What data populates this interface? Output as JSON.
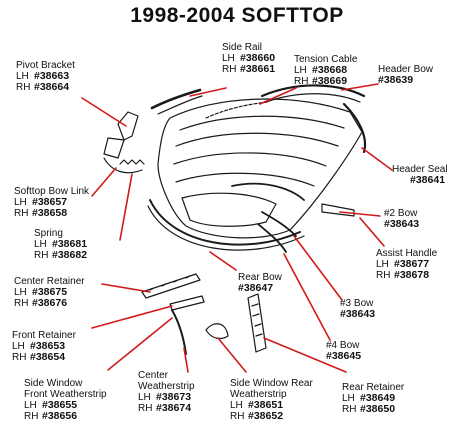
{
  "title": "1998-2004 SOFTTOP",
  "colors": {
    "leader": "#d11a1a",
    "ink": "#1a1a1a"
  },
  "parts": {
    "pivot_bracket": {
      "name": "Pivot Bracket",
      "lh_label": "LH",
      "lh": "#38663",
      "rh_label": "RH",
      "rh": "#38664"
    },
    "side_rail": {
      "name": "Side Rail",
      "lh_label": "LH",
      "lh": "#38660",
      "rh_label": "RH",
      "rh": "#38661"
    },
    "tension_cable": {
      "name": "Tension Cable",
      "lh_label": "LH",
      "lh": "#38668",
      "rh_label": "RH",
      "rh": "#38669"
    },
    "header_bow": {
      "name": "Header Bow",
      "num": "#38639"
    },
    "header_seal": {
      "name": "Header Seal",
      "num": "#38641"
    },
    "bow2": {
      "name": "#2 Bow",
      "num": "#38643"
    },
    "assist_handle": {
      "name": "Assist Handle",
      "lh_label": "LH",
      "lh": "#38677",
      "rh_label": "RH",
      "rh": "#38678"
    },
    "softtop_bow_link": {
      "name": "Softtop Bow Link",
      "lh_label": "LH",
      "lh": "#38657",
      "rh_label": "RH",
      "rh": "#38658"
    },
    "spring": {
      "name": "Spring",
      "lh_label": "LH",
      "lh": "#38681",
      "rh_label": "RH",
      "rh": "#38682"
    },
    "rear_bow": {
      "name": "Rear Bow",
      "num": "#38647"
    },
    "center_retainer": {
      "name": "Center Retainer",
      "lh_label": "LH",
      "lh": "#38675",
      "rh_label": "RH",
      "rh": "#38676"
    },
    "bow3": {
      "name": "#3 Bow",
      "num": "#38643"
    },
    "front_retainer": {
      "name": "Front Retainer",
      "lh_label": "LH",
      "lh": "#38653",
      "rh_label": "RH",
      "rh": "#38654"
    },
    "bow4": {
      "name": "#4 Bow",
      "num": "#38645"
    },
    "side_window_front_ws": {
      "name1": "Side Window",
      "name2": "Front Weatherstrip",
      "lh_label": "LH",
      "lh": "#38655",
      "rh_label": "RH",
      "rh": "#38656"
    },
    "center_ws": {
      "name1": "Center",
      "name2": "Weatherstrip",
      "lh_label": "LH",
      "lh": "#38673",
      "rh_label": "RH",
      "rh": "#38674"
    },
    "side_window_rear_ws": {
      "name1": "Side Window Rear",
      "name2": "Weatherstrip",
      "lh_label": "LH",
      "lh": "#38651",
      "rh_label": "RH",
      "rh": "#38652"
    },
    "rear_retainer": {
      "name": "Rear Retainer",
      "lh_label": "LH",
      "lh": "#38649",
      "rh_label": "RH",
      "rh": "#38650"
    }
  }
}
